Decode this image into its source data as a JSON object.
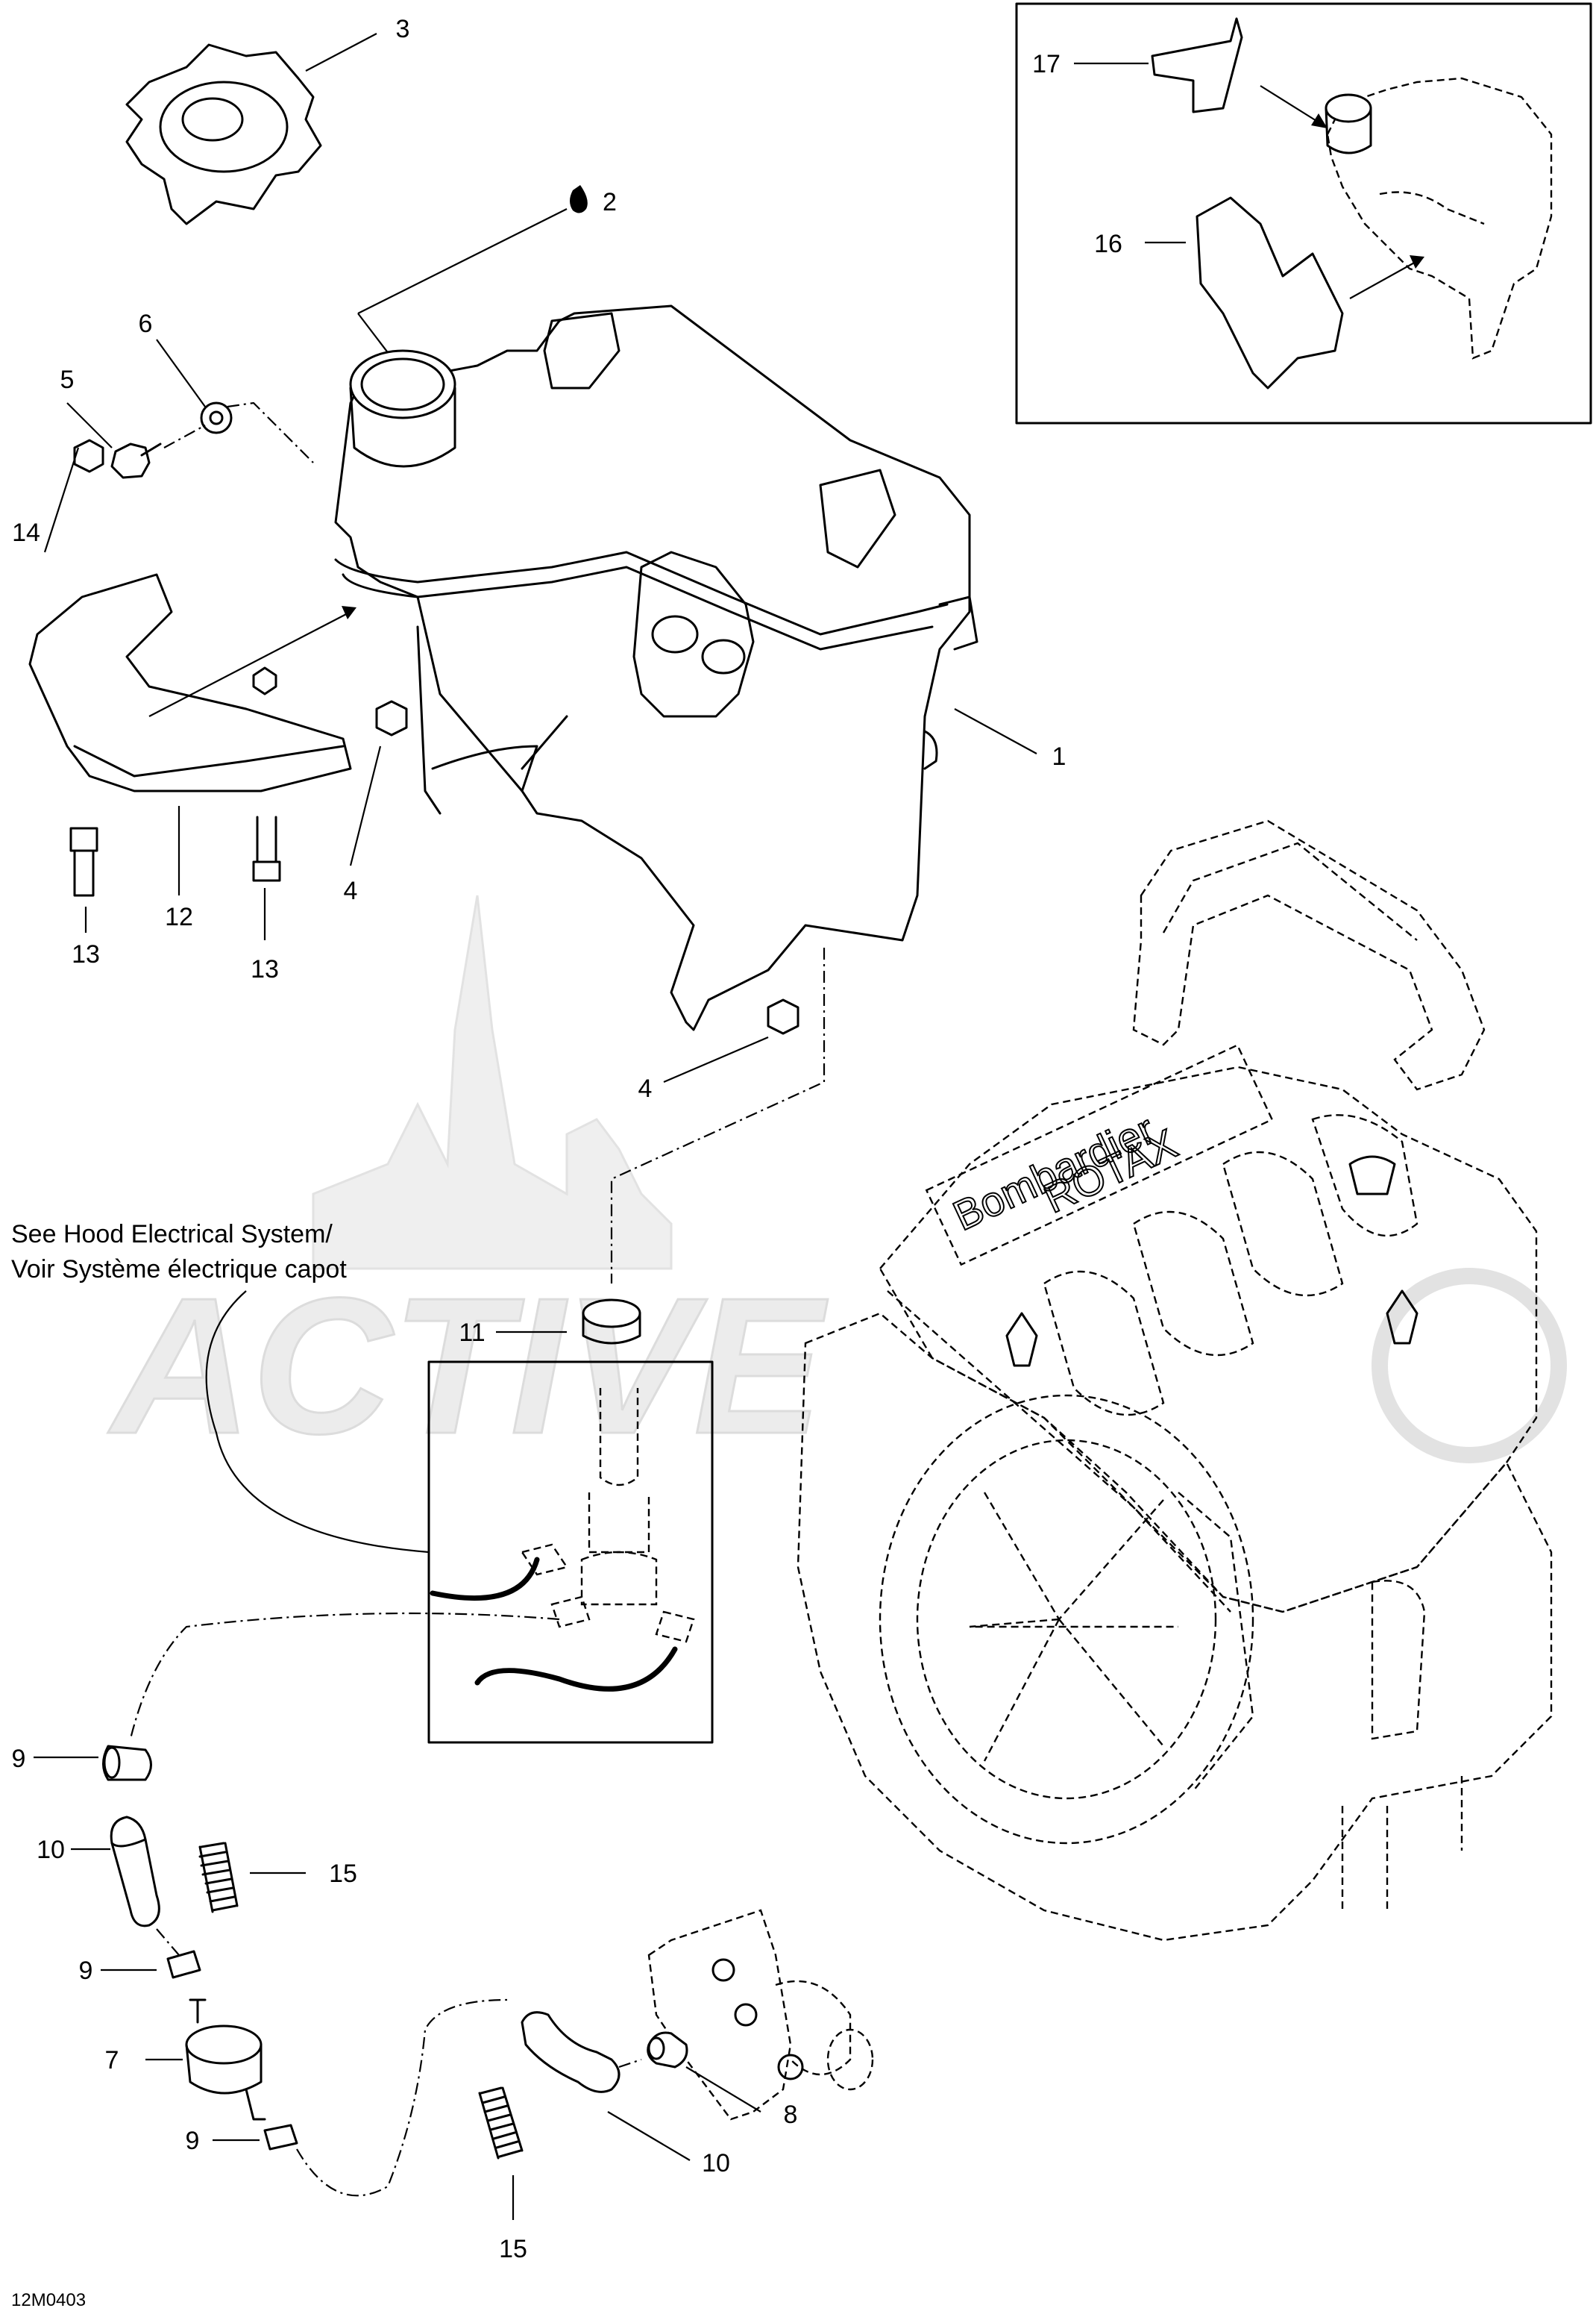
{
  "diagram": {
    "code": "12M0403",
    "note_line1": "See Hood Electrical System/",
    "note_line2": "Voir Système électrique capot",
    "engine_brand_line1": "Bombardier",
    "engine_brand_line2": "ROTAX",
    "callouts": {
      "c1": "1",
      "c2": "2",
      "c3": "3",
      "c4a": "4",
      "c4b": "4",
      "c5": "5",
      "c6": "6",
      "c7": "7",
      "c8": "8",
      "c9a": "9",
      "c9b": "9",
      "c9c": "9",
      "c10a": "10",
      "c10b": "10",
      "c11": "11",
      "c12": "12",
      "c13a": "13",
      "c13b": "13",
      "c14": "14",
      "c15a": "15",
      "c15b": "15",
      "c16": "16",
      "c17": "17"
    }
  }
}
